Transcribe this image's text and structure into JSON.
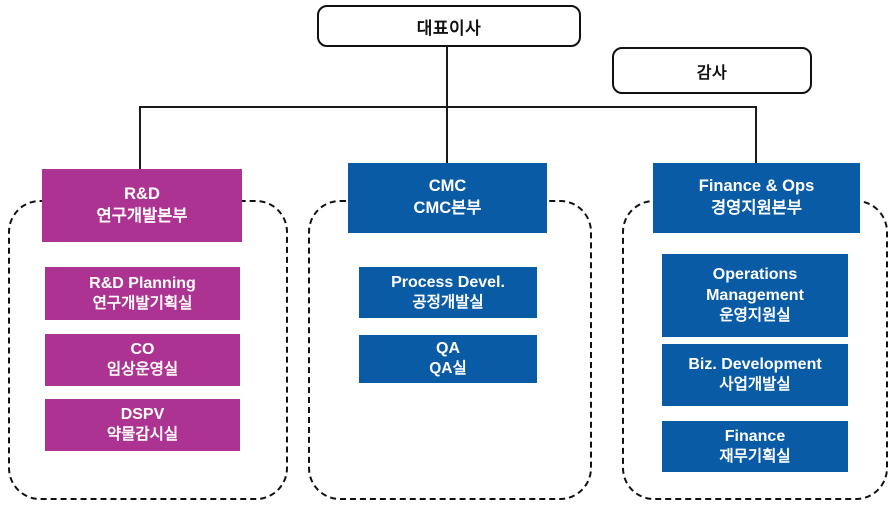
{
  "palette": {
    "magenta": "#AD3392",
    "blue": "#0A5BA6",
    "line": "#1A1A1A",
    "border": "#111111",
    "text_on_fill": "#FFFFFF",
    "text_on_white": "#111111",
    "background": "#FFFFFF"
  },
  "top": {
    "ceo_label": "대표이사",
    "auditor_label": "감사"
  },
  "divisions": [
    {
      "id": "rnd",
      "color": "magenta",
      "head": {
        "en": "R&D",
        "ko": "연구개발본부"
      },
      "teams": [
        {
          "en": "R&D Planning",
          "ko": "연구개발기획실"
        },
        {
          "en": "CO",
          "ko": "임상운영실"
        },
        {
          "en": "DSPV",
          "ko": "약물감시실"
        }
      ]
    },
    {
      "id": "cmc",
      "color": "blue",
      "head": {
        "en": "CMC",
        "ko": "CMC본부"
      },
      "teams": [
        {
          "en": "Process Devel.",
          "ko": "공정개발실"
        },
        {
          "en": "QA",
          "ko": "QA실"
        }
      ]
    },
    {
      "id": "finance-ops",
      "color": "blue",
      "head": {
        "en": "Finance & Ops",
        "ko": "경영지원본부"
      },
      "teams": [
        {
          "en": "Operations Management",
          "ko": "운영지원실"
        },
        {
          "en": "Biz. Development",
          "ko": "사업개발실"
        },
        {
          "en": "Finance",
          "ko": "재무기획실"
        }
      ]
    }
  ]
}
